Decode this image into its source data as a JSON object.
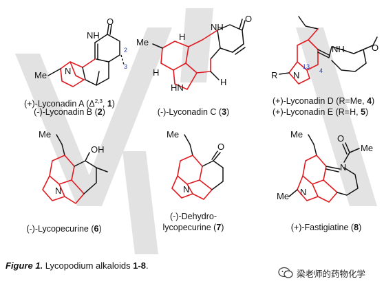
{
  "compounds": [
    {
      "name": "(+)-Lyconadin A (Δ",
      "sup": "2,3",
      "sep": ", ",
      "num": "1",
      "close": ")"
    },
    {
      "name": "(-)-Lyconadin B (",
      "num": "2",
      "close": ")"
    },
    {
      "name": "(-)-Lyconadin C (",
      "num": "3",
      "close": ")"
    },
    {
      "name": "(+)-Lyconadin D (R=Me, ",
      "num": "4",
      "close": ")"
    },
    {
      "name": "(+)-Lyconadin E (R=H, ",
      "num": "5",
      "close": ")"
    },
    {
      "name": "(-)-Lycopecurine (",
      "num": "6",
      "close": ")"
    },
    {
      "name_line1": "(-)-Dehydro-",
      "name": "lycopecurine (",
      "num": "7",
      "close": ")"
    },
    {
      "name": "(+)-Fastigiatine (",
      "num": "8",
      "close": ")"
    }
  ],
  "atoms": {
    "o": "O",
    "nh": "NH",
    "hn": "HN",
    "n": "N",
    "h": "H",
    "me": "Me",
    "r": "R",
    "oh": "OH"
  },
  "locants": {
    "c2": "2",
    "c3": "3",
    "c4": "4",
    "c13": "13"
  },
  "figure_caption": {
    "label": "Figure 1.",
    "text": " Lycopodium alkaloids ",
    "range": "1-8",
    "end": "."
  },
  "watermark": {
    "text": "梁老师的药物化学"
  },
  "colors": {
    "ring_red": "#e0191f",
    "bond_black": "#111111",
    "locant_blue": "#2a3bbd",
    "watermark_grey": "#d8d8d8"
  }
}
